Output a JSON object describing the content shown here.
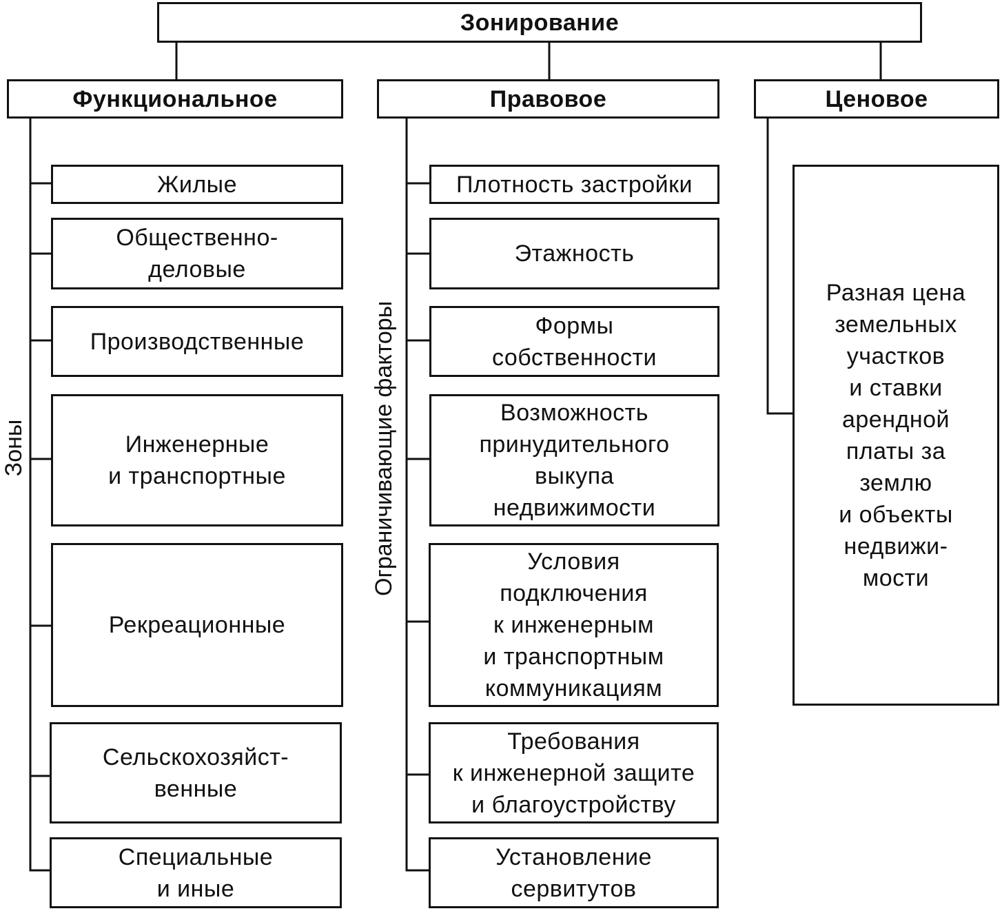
{
  "root": {
    "label": "Зонирование"
  },
  "categories": [
    {
      "id": "functional",
      "label": "Функциональное"
    },
    {
      "id": "legal",
      "label": "Правовое"
    },
    {
      "id": "price",
      "label": "Ценовое"
    }
  ],
  "functional": {
    "side_label": "Зоны",
    "items": [
      "Жилые",
      "Общественно-\nделовые",
      "Производственные",
      "Инженерные\nи транспортные",
      "Рекреационные",
      "Сельскохозяйст-\nвенные",
      "Специальные\nи иные"
    ]
  },
  "legal": {
    "side_label": "Ограничивающие факторы",
    "items": [
      "Плотность застройки",
      "Этажность",
      "Формы\nсобственности",
      "Возможность\nпринудительного\nвыкупа\nнедвижимости",
      "Условия\nподключения\nк инженерным\nи транспортным\nкоммуникациям",
      "Требования\nк инженерной защите\nи благоустройству",
      "Установление\nсервитутов"
    ]
  },
  "price": {
    "items": [
      "Разная цена\nземельных\nучастков\nи ставки\nарендной\nплаты за\nземлю\nи объекты\nнедвижи-\nмости"
    ]
  }
}
